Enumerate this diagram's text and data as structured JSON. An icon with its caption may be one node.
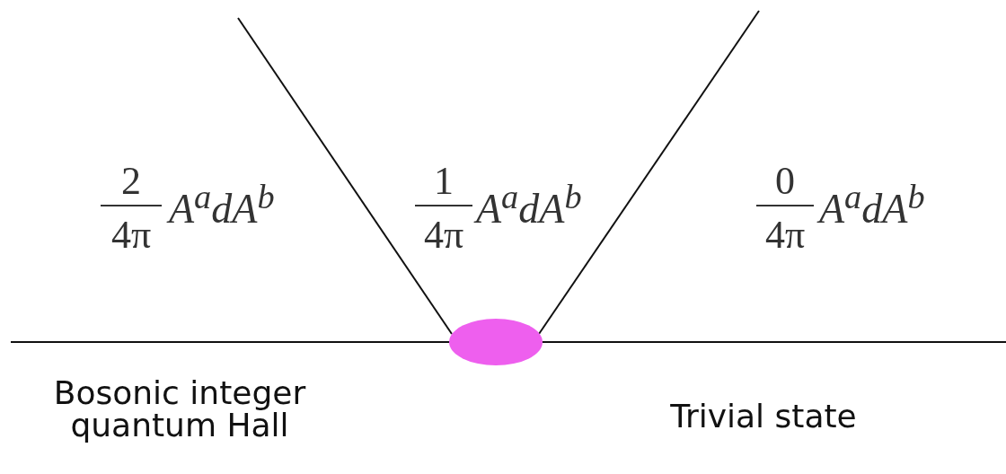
{
  "diagram": {
    "nodes": [
      {
        "text": [],
        "shape": "circle"
      }
    ],
    "labels": [
      "2",
      "4π",
      "A$^{a}$dA$^{b}$",
      "1",
      "4π",
      "A$^{a}$dA$^{b}$",
      "0",
      "4π",
      "A$^{a}$dA$^{b}$",
      "Bosonic integer quantum Hall",
      "Trivial state"
    ]
  }
}
